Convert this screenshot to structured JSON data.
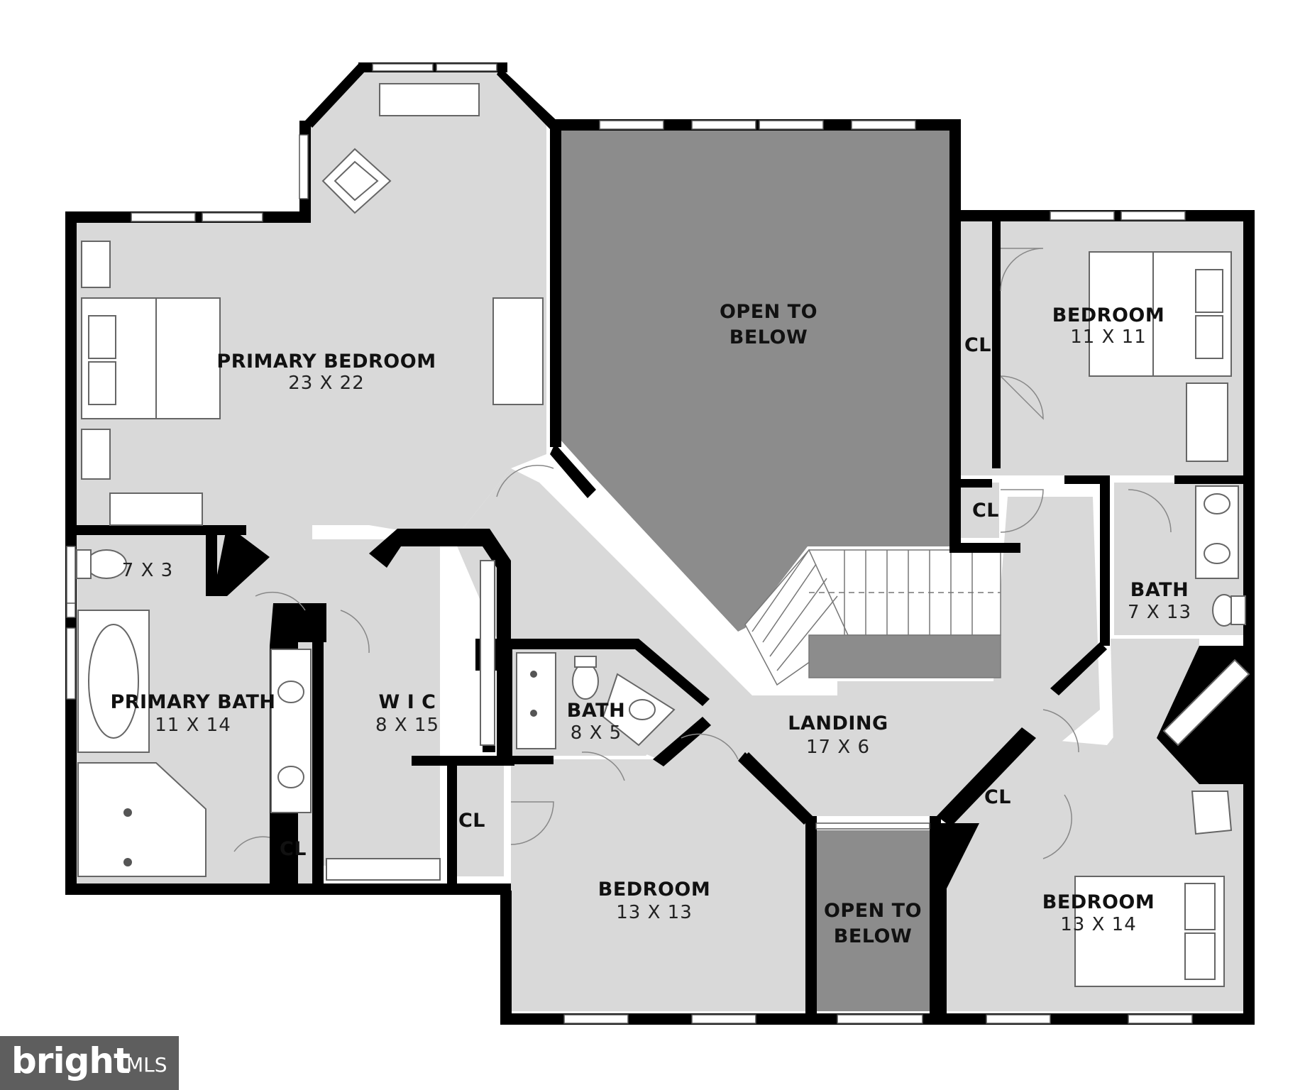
{
  "rooms": {
    "primary_bedroom": {
      "name": "PRIMARY BEDROOM",
      "dim": "23 X 22"
    },
    "open_top_1": "OPEN TO",
    "open_top_2": "BELOW",
    "bedroom_ne": {
      "name": "BEDROOM",
      "dim": "11 X 11"
    },
    "cl_ne": "CL",
    "cl_mid": "CL",
    "bath_e": {
      "name": "BATH",
      "dim": "7 X 13"
    },
    "wc": {
      "dim": "7 X 3"
    },
    "primary_bath": {
      "name": "PRIMARY BATH",
      "dim": "11 X 14"
    },
    "wic": {
      "name": "W I C",
      "dim": "8 X 15"
    },
    "bath_c": {
      "name": "BATH",
      "dim": "8 X 5"
    },
    "landing": {
      "name": "LANDING",
      "dim": "17 X 6"
    },
    "cl_sw": "CL",
    "cl_w": "CL",
    "cl_se": "CL",
    "bedroom_s": {
      "name": "BEDROOM",
      "dim": "13 X 13"
    },
    "open_bot_1": "OPEN TO",
    "open_bot_2": "BELOW",
    "bedroom_se": {
      "name": "BEDROOM",
      "dim": "13 X 14"
    }
  },
  "watermark": {
    "brand": "bright",
    "suffix": "MLS"
  },
  "colors": {
    "floor": "#d9d9d9",
    "open_to_below": "#8c8c8c",
    "wall": "#000000",
    "watermark_bg": "#5e5e5e"
  }
}
